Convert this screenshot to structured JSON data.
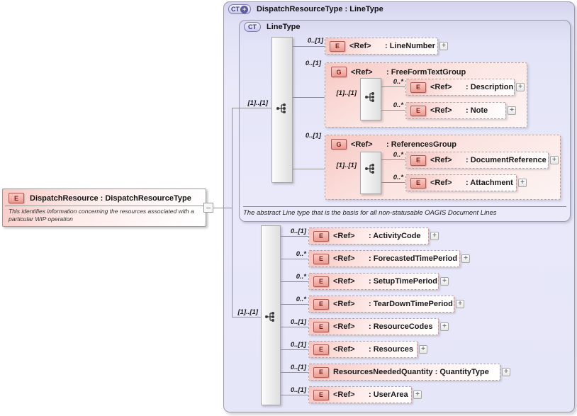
{
  "glyphs": {
    "e": "E",
    "g": "G",
    "ct": "CT",
    "plus": "+"
  },
  "colors": {
    "element_fill": "#f6c5c0",
    "element_badge_border": "#b05a55",
    "panel_fill": "#e6e6f9",
    "panel_border": "#9a9aad",
    "group_fill": "#f7c8c3",
    "sequence_bar_fill": "#e8e8e8",
    "connector_line": "#8f8f8f"
  },
  "left_element": {
    "title": "DispatchResource : DispatchResourceType",
    "description": "This identifies information concerning the resources associated with a particular WIP operation"
  },
  "panel": {
    "title": "DispatchResourceType : LineType",
    "line_type": {
      "title": "LineType",
      "cardinality": "[1]..[1]",
      "annotation": "The abstract Line type that is the basis for all non-statusable OAGIS Document Lines",
      "children": [
        {
          "kind": "element",
          "ref": "<Ref>",
          "name": ": LineNumber",
          "cardinality": "0..[1]"
        },
        {
          "kind": "group",
          "ref": "<Ref>",
          "name": ": FreeFormTextGroup",
          "cardinality": "0..[1]",
          "inner_cardinality": "[1]..[1]",
          "children": [
            {
              "ref": "<Ref>",
              "name": ": Description",
              "cardinality": "0..*"
            },
            {
              "ref": "<Ref>",
              "name": ": Note",
              "cardinality": "0..*"
            }
          ]
        },
        {
          "kind": "group",
          "ref": "<Ref>",
          "name": ": ReferencesGroup",
          "cardinality": "0..[1]",
          "inner_cardinality": "[1]..[1]",
          "children": [
            {
              "ref": "<Ref>",
              "name": ": DocumentReference",
              "cardinality": "0..*"
            },
            {
              "ref": "<Ref>",
              "name": ": Attachment",
              "cardinality": "0..*"
            }
          ]
        }
      ]
    },
    "sequence2": {
      "cardinality": "[1]..[1]",
      "children": [
        {
          "ref": "<Ref>",
          "name": ": ActivityCode",
          "cardinality": "0..[1]"
        },
        {
          "ref": "<Ref>",
          "name": ": ForecastedTimePeriod",
          "cardinality": "0..*"
        },
        {
          "ref": "<Ref>",
          "name": ": SetupTimePeriod",
          "cardinality": "0..*"
        },
        {
          "ref": "<Ref>",
          "name": ": TearDownTimePeriod",
          "cardinality": "0..*"
        },
        {
          "ref": "<Ref>",
          "name": ": ResourceCodes",
          "cardinality": "0..[1]"
        },
        {
          "ref": "<Ref>",
          "name": ": Resources",
          "cardinality": "0..[1]"
        },
        {
          "ref": "",
          "name": "ResourcesNeededQuantity : QuantityType",
          "cardinality": "0..[1]"
        },
        {
          "ref": "<Ref>",
          "name": ": UserArea",
          "cardinality": "0..[1]"
        }
      ]
    }
  }
}
